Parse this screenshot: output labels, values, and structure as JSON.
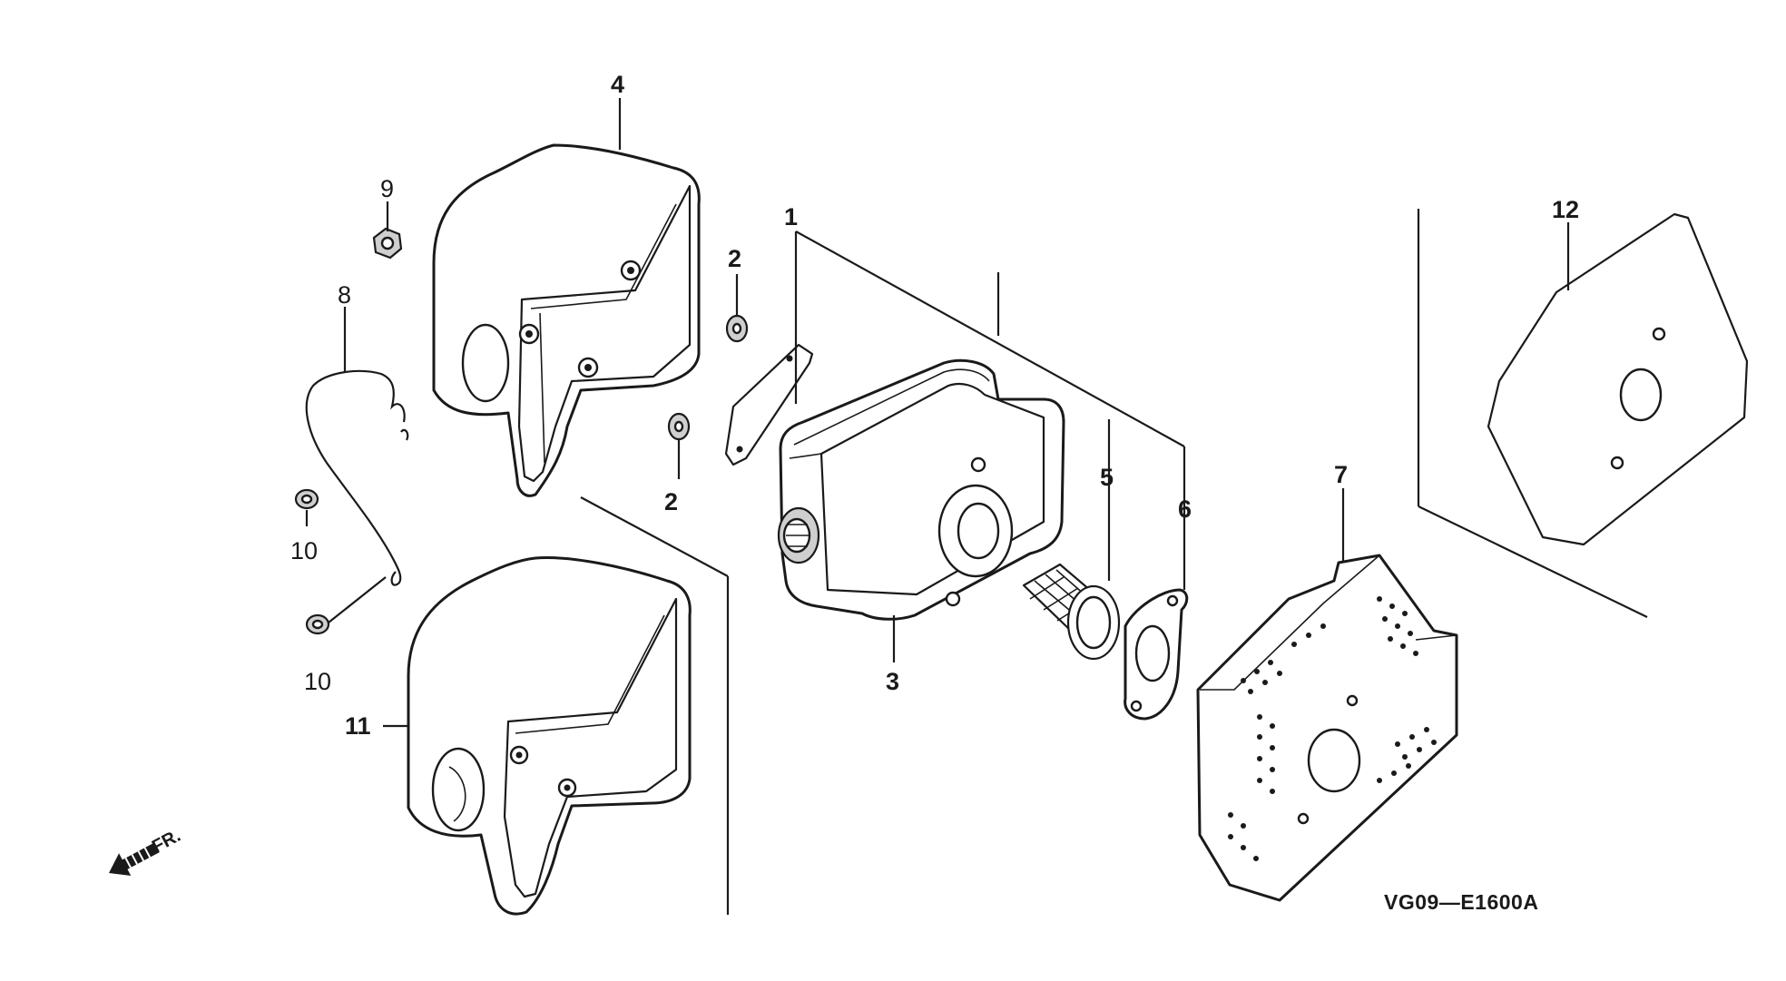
{
  "diagram_code": "VG09—E1600A",
  "front_indicator": "FR.",
  "callouts": {
    "c1": "1",
    "c2a": "2",
    "c2b": "2",
    "c3": "3",
    "c4": "4",
    "c5": "5",
    "c6": "6",
    "c7": "7",
    "c8": "8",
    "c9": "9",
    "c10a": "10",
    "c10b": "10",
    "c11": "11",
    "c12": "12"
  }
}
